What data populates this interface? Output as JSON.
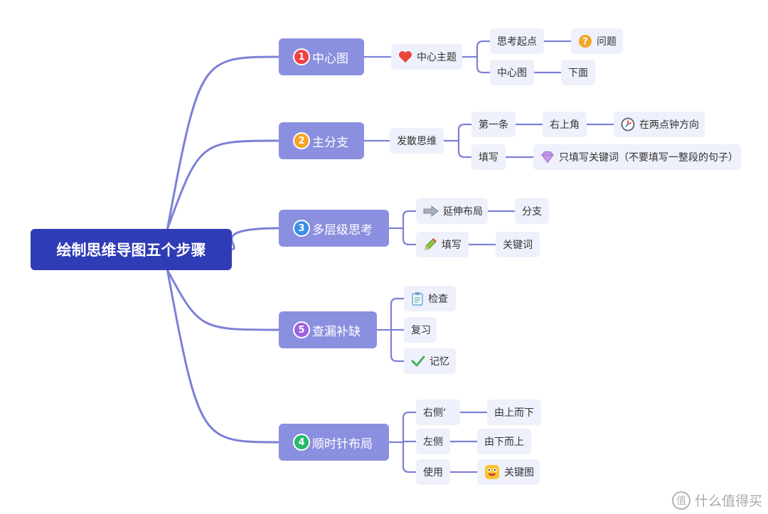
{
  "root": {
    "title": "绘制思维导图五个步骤"
  },
  "branches": [
    {
      "badge": "1",
      "badge_color": "#f04242",
      "label": "中心图",
      "children": [
        {
          "label": "中心主题",
          "icon": "heart-icon",
          "children": [
            {
              "label": "思考起点",
              "children": [
                {
                  "label": "问题",
                  "icon": "question-icon"
                }
              ]
            },
            {
              "label": "中心图",
              "children": [
                {
                  "label": "下面"
                }
              ]
            }
          ]
        }
      ]
    },
    {
      "badge": "2",
      "badge_color": "#f6a226",
      "label": "主分支",
      "children": [
        {
          "label": "发散思维",
          "children": [
            {
              "label": "第一条",
              "children": [
                {
                  "label": "右上角",
                  "children": [
                    {
                      "label": "在两点钟方向",
                      "icon": "clock-icon"
                    }
                  ]
                }
              ]
            },
            {
              "label": "填写",
              "children": [
                {
                  "label": "只填写关键词（不要填写一整段的句子）",
                  "icon": "diamond-icon"
                }
              ]
            }
          ]
        }
      ]
    },
    {
      "badge": "3",
      "badge_color": "#3a8ee6",
      "label": "多层级思考",
      "children": [
        {
          "label": "延伸布局",
          "icon": "arrow-right-icon",
          "children": [
            {
              "label": "分支"
            }
          ]
        },
        {
          "label": "填写",
          "icon": "pencil-icon",
          "children": [
            {
              "label": "关键词"
            }
          ]
        }
      ]
    },
    {
      "badge": "5",
      "badge_color": "#9a63dd",
      "label": "查漏补缺",
      "children": [
        {
          "label": "检查",
          "icon": "clipboard-icon"
        },
        {
          "label": "复习"
        },
        {
          "label": "记忆",
          "icon": "checkmark-icon"
        }
      ]
    },
    {
      "badge": "4",
      "badge_color": "#27b96b",
      "label": "顺时针布局",
      "children": [
        {
          "label": "右侧‘",
          "children": [
            {
              "label": "由上而下"
            }
          ]
        },
        {
          "label": "左侧",
          "children": [
            {
              "label": "由下而上"
            }
          ]
        },
        {
          "label": "使用",
          "children": [
            {
              "label": "关键图",
              "icon": "smiley-icon"
            }
          ]
        }
      ]
    }
  ],
  "colors": {
    "root_bg": "#2f3cb6",
    "branch_bg": "#8b8fdf",
    "node_bg": "#eef0fb",
    "connector": "#7d80d6"
  },
  "watermark": {
    "text": "什么值得买",
    "logo_char": "值"
  }
}
